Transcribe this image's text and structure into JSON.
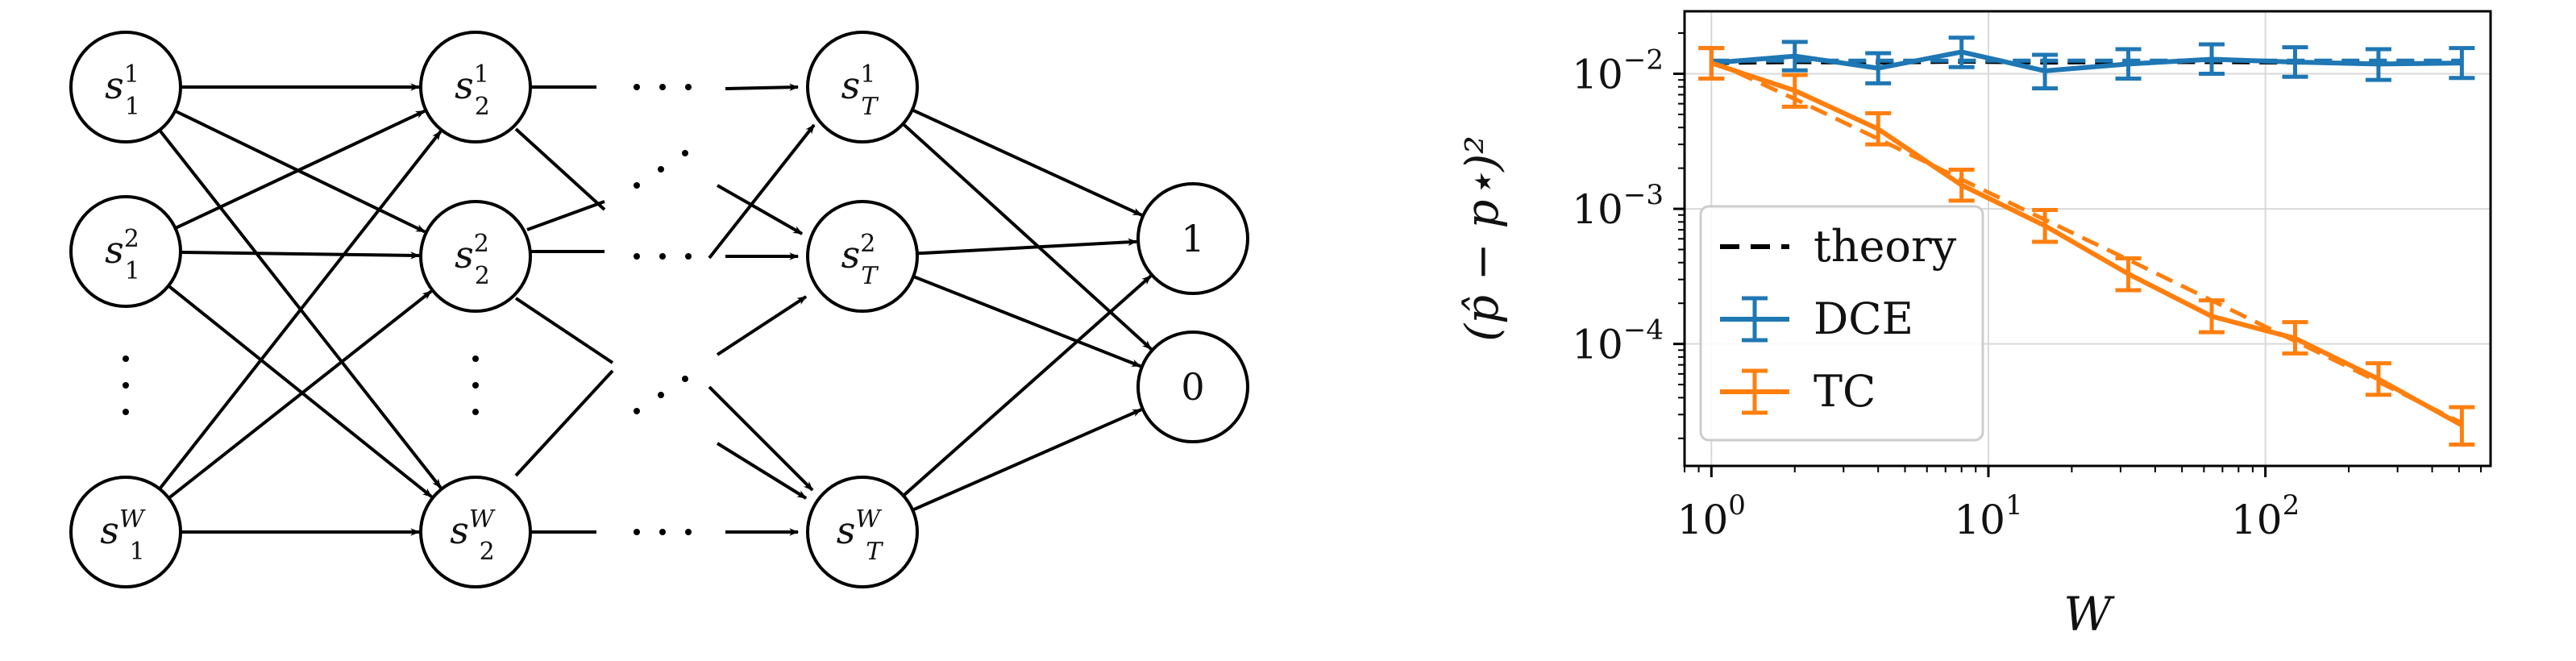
{
  "diagram": {
    "nodes": [
      {
        "id": "s11",
        "base": "s",
        "sub": "1",
        "sup": "1"
      },
      {
        "id": "s12",
        "base": "s",
        "sub": "1",
        "sup": "2"
      },
      {
        "id": "s1W",
        "base": "s",
        "sub": "1",
        "sup": "W"
      },
      {
        "id": "s21",
        "base": "s",
        "sub": "2",
        "sup": "1"
      },
      {
        "id": "s22",
        "base": "s",
        "sub": "2",
        "sup": "2"
      },
      {
        "id": "s2W",
        "base": "s",
        "sub": "2",
        "sup": "W"
      },
      {
        "id": "sT1",
        "base": "s",
        "sub": "T",
        "sup": "1"
      },
      {
        "id": "sT2",
        "base": "s",
        "sub": "T",
        "sup": "2"
      },
      {
        "id": "sTW",
        "base": "s",
        "sub": "T",
        "sup": "W"
      },
      {
        "id": "out1",
        "label": "1"
      },
      {
        "id": "out0",
        "label": "0"
      }
    ],
    "edges": [
      [
        "s11",
        "s21"
      ],
      [
        "s11",
        "s22"
      ],
      [
        "s11",
        "s2W"
      ],
      [
        "s12",
        "s21"
      ],
      [
        "s12",
        "s22"
      ],
      [
        "s12",
        "s2W"
      ],
      [
        "s1W",
        "s21"
      ],
      [
        "s1W",
        "s22"
      ],
      [
        "s1W",
        "s2W"
      ],
      [
        "sT1",
        "out1"
      ],
      [
        "sT1",
        "out0"
      ],
      [
        "sT2",
        "out1"
      ],
      [
        "sT2",
        "out0"
      ],
      [
        "sTW",
        "out1"
      ],
      [
        "sTW",
        "out0"
      ]
    ]
  },
  "chart_data": {
    "type": "line",
    "xlabel": "W",
    "ylabel": "(p̂ − p⋆)²",
    "xscale": "log",
    "yscale": "log",
    "xlim": [
      0.8,
      650
    ],
    "ylim": [
      1.25e-05,
      0.029
    ],
    "xticks": [
      {
        "value": 1,
        "base": "10",
        "exp": "0"
      },
      {
        "value": 10,
        "base": "10",
        "exp": "1"
      },
      {
        "value": 100,
        "base": "10",
        "exp": "2"
      }
    ],
    "yticks": [
      {
        "value": 0.0001,
        "base": "10",
        "exp": "−4"
      },
      {
        "value": 0.001,
        "base": "10",
        "exp": "−3"
      },
      {
        "value": 0.01,
        "base": "10",
        "exp": "−2"
      }
    ],
    "grid": true,
    "legend_position": "lower-left",
    "series": [
      {
        "name": "DCE",
        "color": "#1f77b4",
        "style": "solid",
        "errorbars": true,
        "x": [
          1,
          2,
          4,
          8,
          16,
          32,
          64,
          128,
          256,
          512
        ],
        "y": [
          0.012,
          0.0135,
          0.011,
          0.0145,
          0.0105,
          0.0118,
          0.0128,
          0.0122,
          0.0118,
          0.012
        ],
        "err_low": [
          0.0092,
          0.0106,
          0.0085,
          0.0112,
          0.0078,
          0.0092,
          0.01,
          0.0095,
          0.009,
          0.0093
        ],
        "err_high": [
          0.0155,
          0.0172,
          0.0142,
          0.0185,
          0.0138,
          0.0152,
          0.0165,
          0.0157,
          0.0152,
          0.0155
        ]
      },
      {
        "name": "TC",
        "color": "#ff7f0e",
        "style": "solid",
        "errorbars": true,
        "x": [
          1,
          2,
          4,
          8,
          16,
          32,
          64,
          128,
          256,
          512
        ],
        "y": [
          0.012,
          0.0075,
          0.0039,
          0.0015,
          0.00075,
          0.00033,
          0.00016,
          0.00011,
          5.5e-05,
          2.5e-05
        ],
        "err_low": [
          0.0092,
          0.0057,
          0.003,
          0.00115,
          0.00057,
          0.00025,
          0.000122,
          8.5e-05,
          4.2e-05,
          1.8e-05
        ],
        "err_high": [
          0.0155,
          0.0098,
          0.0051,
          0.00195,
          0.00098,
          0.00043,
          0.00021,
          0.000145,
          7.2e-05,
          3.4e-05
        ]
      },
      {
        "name": "theory",
        "color": "#000000",
        "style": "dashed",
        "errorbars": false,
        "x": [
          1,
          2,
          4,
          8,
          16,
          32,
          64,
          128,
          256,
          512
        ],
        "y": [
          0.012,
          0.0122,
          0.0121,
          0.0123,
          0.0121,
          0.0122,
          0.0122,
          0.0121,
          0.0122,
          0.0122
        ]
      },
      {
        "name": "",
        "color": "#ff7f0e",
        "style": "dashed",
        "errorbars": false,
        "x": [
          1,
          2,
          4,
          8,
          16,
          32,
          64,
          128,
          256,
          512
        ],
        "y": [
          0.0125,
          0.0065,
          0.0033,
          0.00165,
          0.00083,
          0.00042,
          0.00021,
          0.000105,
          5.25e-05,
          2.6e-05
        ]
      },
      {
        "name": "",
        "color": "#1f77b4",
        "style": "dashed",
        "errorbars": false,
        "x": [
          1,
          2,
          4,
          8,
          16,
          32,
          64,
          128,
          256,
          512
        ],
        "y": [
          0.0125,
          0.0125,
          0.0125,
          0.0125,
          0.0125,
          0.0125,
          0.0125,
          0.0125,
          0.0125,
          0.0125
        ]
      }
    ],
    "legend": [
      {
        "label": "theory",
        "kind": "dashed",
        "color": "#000000"
      },
      {
        "label": "DCE",
        "kind": "errorbar",
        "color": "#1f77b4"
      },
      {
        "label": "TC",
        "kind": "errorbar",
        "color": "#ff7f0e"
      }
    ]
  }
}
